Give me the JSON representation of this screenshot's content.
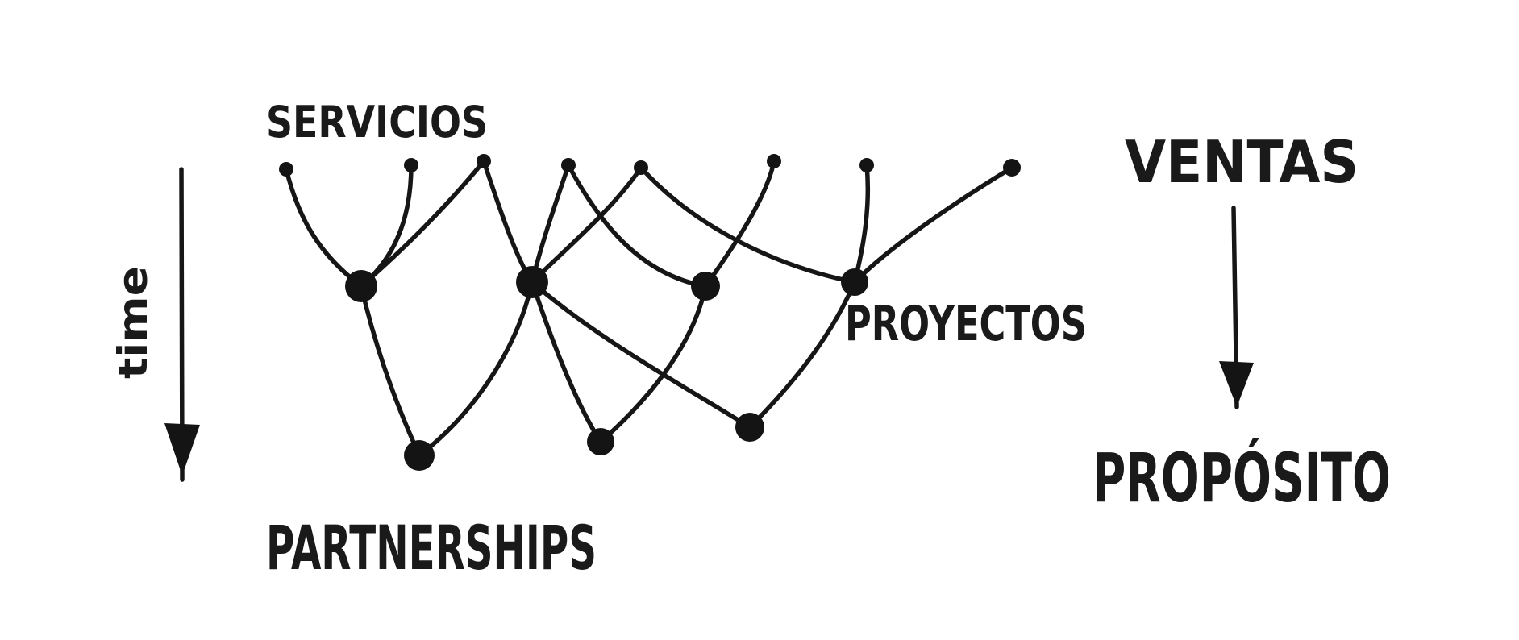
{
  "labels": {
    "servicios": "Servicios",
    "partnerships": "Partnerships",
    "proyectos": "Proyectos",
    "time": "time",
    "ventas": "Ventas",
    "proposito": "Propósito"
  },
  "colors": {
    "ink": "#161616",
    "paper": "#ffffff"
  }
}
